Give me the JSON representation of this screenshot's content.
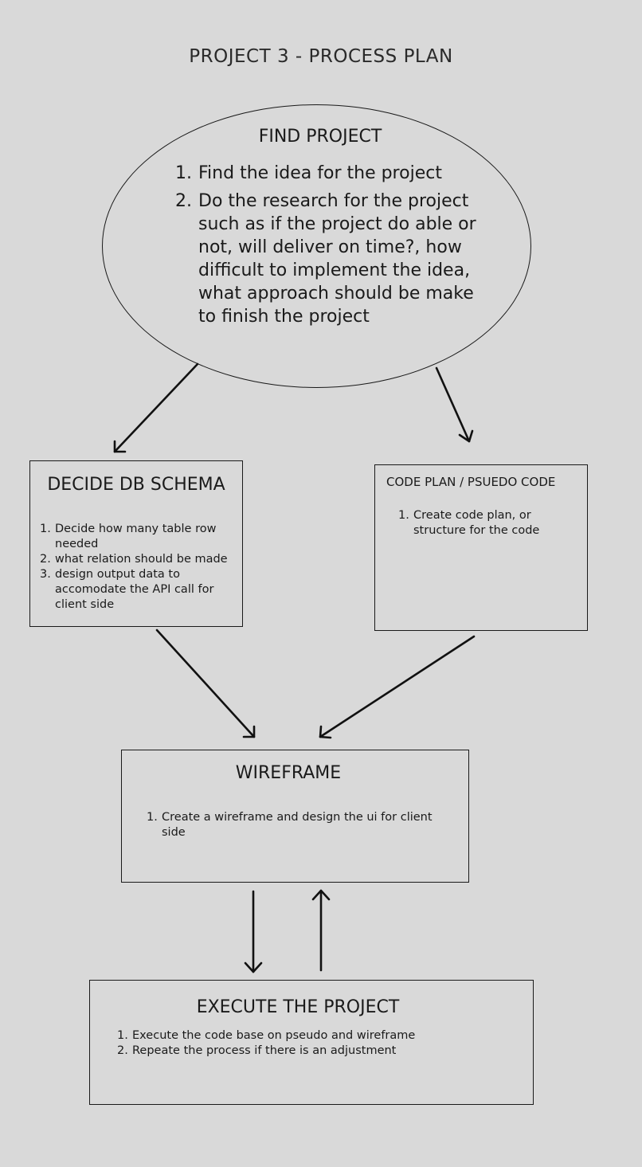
{
  "title": "PROJECT 3 - PROCESS PLAN",
  "find_project": {
    "title": "FIND PROJECT",
    "items": [
      {
        "num": "1.",
        "text": "Find the idea for the project"
      },
      {
        "num": "2.",
        "text": "Do the research for the project such as if the project do able or not, will deliver on time?, how difficult to implement the idea, what approach should be make to finish the project"
      }
    ]
  },
  "db_schema": {
    "title": "DECIDE DB SCHEMA",
    "items": [
      {
        "num": "1.",
        "text": "Decide how many table row needed"
      },
      {
        "num": "2.",
        "text": "what relation should be made"
      },
      {
        "num": "3.",
        "text": "design output data to accomodate the API call for client side"
      }
    ]
  },
  "code_plan": {
    "title": "CODE PLAN / PSUEDO CODE",
    "items": [
      {
        "num": "1.",
        "text": "Create code plan, or structure for the code"
      }
    ]
  },
  "wireframe": {
    "title": "WIREFRAME",
    "items": [
      {
        "num": "1.",
        "text": "Create a wireframe and design the ui for client side"
      }
    ]
  },
  "execute": {
    "title": "EXECUTE THE PROJECT",
    "items": [
      {
        "num": "1.",
        "text": "Execute the code base on pseudo and wireframe"
      },
      {
        "num": "2.",
        "text": "Repeate the process if there is an adjustment"
      }
    ]
  }
}
